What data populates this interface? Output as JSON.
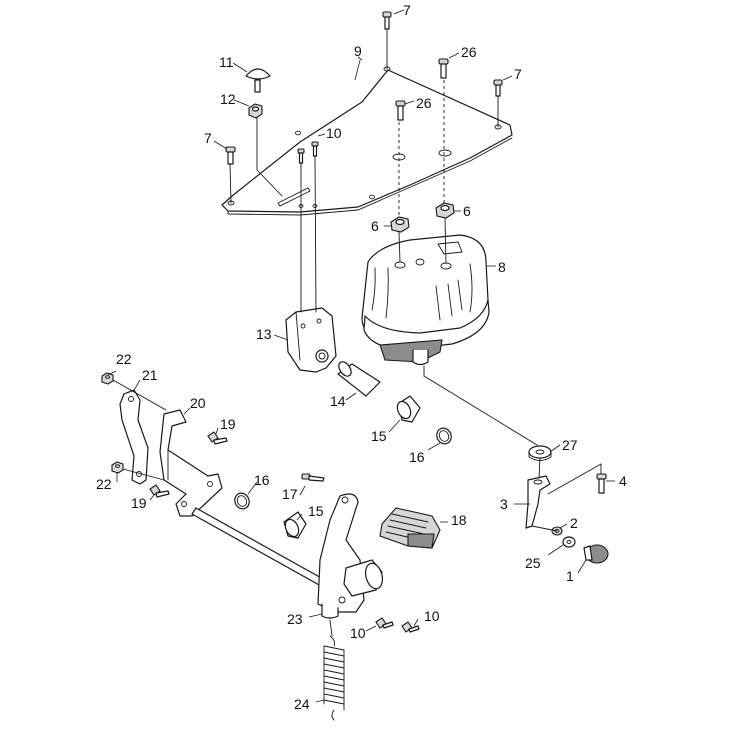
{
  "callouts": [
    {
      "id": "c7a",
      "text": "7"
    },
    {
      "id": "c9",
      "text": "9"
    },
    {
      "id": "c11",
      "text": "11"
    },
    {
      "id": "c26a",
      "text": "26"
    },
    {
      "id": "c7b",
      "text": "7"
    },
    {
      "id": "c12",
      "text": "12"
    },
    {
      "id": "c26b",
      "text": "26"
    },
    {
      "id": "c7c",
      "text": "7"
    },
    {
      "id": "c10a",
      "text": "10"
    },
    {
      "id": "c6a",
      "text": "6"
    },
    {
      "id": "c6b",
      "text": "6"
    },
    {
      "id": "c8",
      "text": "8"
    },
    {
      "id": "c13",
      "text": "13"
    },
    {
      "id": "c22a",
      "text": "22"
    },
    {
      "id": "c21",
      "text": "21"
    },
    {
      "id": "c14",
      "text": "14"
    },
    {
      "id": "c20",
      "text": "20"
    },
    {
      "id": "c19a",
      "text": "19"
    },
    {
      "id": "c15a",
      "text": "15"
    },
    {
      "id": "c16a",
      "text": "16"
    },
    {
      "id": "c27",
      "text": "27"
    },
    {
      "id": "c22b",
      "text": "22"
    },
    {
      "id": "c16b",
      "text": "16"
    },
    {
      "id": "c17",
      "text": "17"
    },
    {
      "id": "c4",
      "text": "4"
    },
    {
      "id": "c19b",
      "text": "19"
    },
    {
      "id": "c3",
      "text": "3"
    },
    {
      "id": "c15b",
      "text": "15"
    },
    {
      "id": "c18",
      "text": "18"
    },
    {
      "id": "c2",
      "text": "2"
    },
    {
      "id": "c25",
      "text": "25"
    },
    {
      "id": "c1",
      "text": "1"
    },
    {
      "id": "c23",
      "text": "23"
    },
    {
      "id": "c10b",
      "text": "10"
    },
    {
      "id": "c10c",
      "text": "10"
    },
    {
      "id": "c24",
      "text": "24"
    }
  ]
}
